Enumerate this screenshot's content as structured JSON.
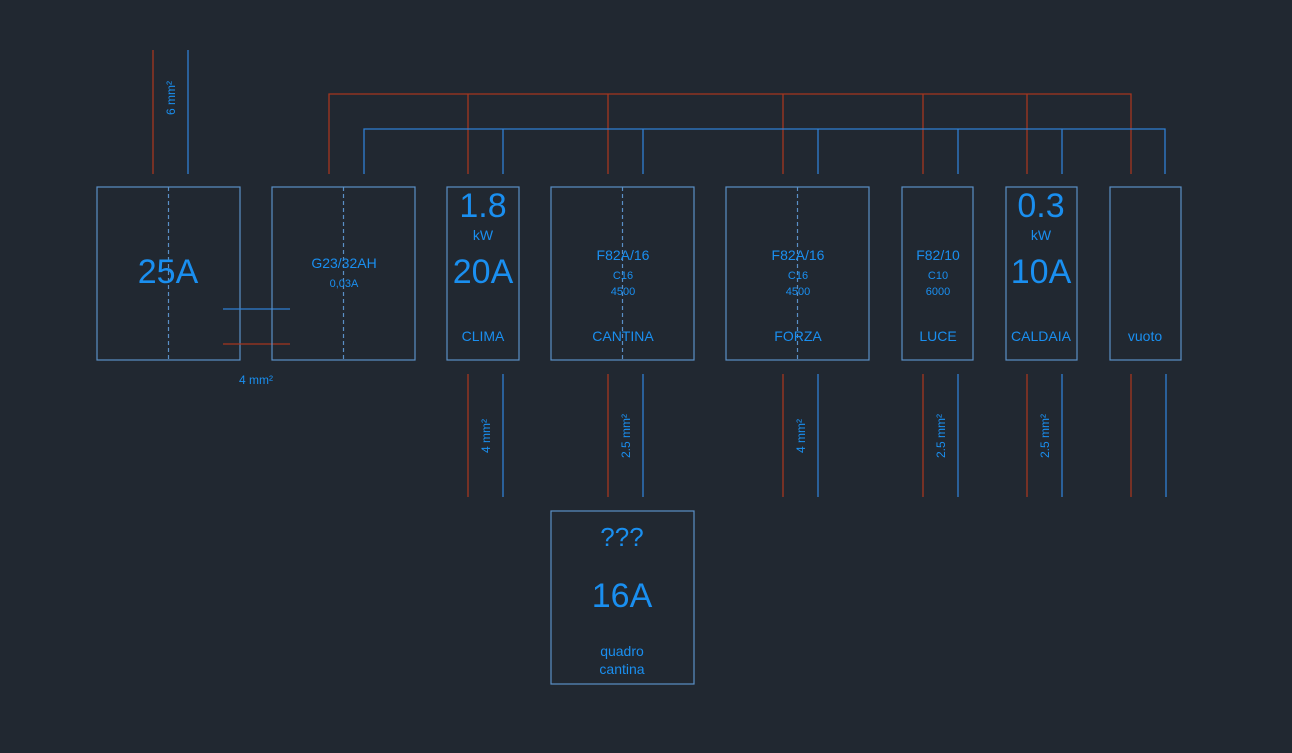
{
  "colors": {
    "background": "#212831",
    "box_stroke": "#5a8fc6",
    "phase_wire": "#a5361f",
    "neutral_wire": "#2f7fd4",
    "text": "#1a8ff0"
  },
  "supply": {
    "cable_label": "6 mm²"
  },
  "main_breaker": {
    "rating": "25A"
  },
  "rcd": {
    "model": "G23/32AH",
    "sensitivity": "0,03A"
  },
  "link_cable_label": "4 mm²",
  "circuits": [
    {
      "id": "clima",
      "power": "1.8",
      "power_unit": "kW",
      "rating": "20A",
      "name": "CLIMA",
      "cable": "4 mm²"
    },
    {
      "id": "cantina",
      "model": "F82A/16",
      "curve": "C16",
      "breaking": "4500",
      "name": "CANTINA",
      "cable": "2.5 mm²"
    },
    {
      "id": "forza",
      "model": "F82A/16",
      "curve": "C16",
      "breaking": "4500",
      "name": "FORZA",
      "cable": "4 mm²"
    },
    {
      "id": "luce",
      "model": "F82/10",
      "curve": "C10",
      "breaking": "6000",
      "name": "LUCE",
      "cable": "2.5 mm²"
    },
    {
      "id": "caldaia",
      "power": "0.3",
      "power_unit": "kW",
      "rating": "10A",
      "name": "CALDAIA",
      "cable": "2.5 mm²"
    },
    {
      "id": "vuoto",
      "name": "vuoto"
    }
  ],
  "sub_panel": {
    "question": "???",
    "rating": "16A",
    "name_line1": "quadro",
    "name_line2": "cantina"
  }
}
